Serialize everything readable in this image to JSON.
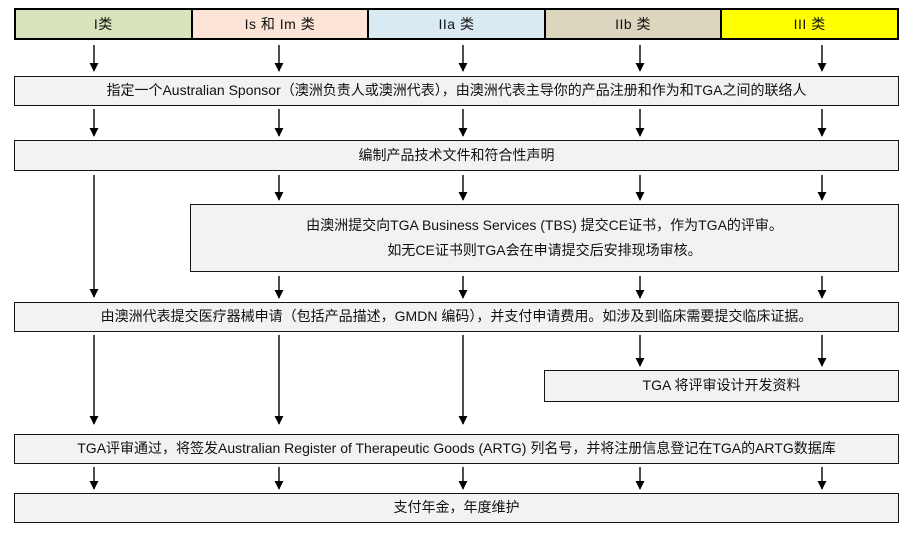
{
  "header": {
    "classes": [
      {
        "label": "I类",
        "color": "#D7E4BC"
      },
      {
        "label": "Is 和 Im 类",
        "color": "#FCE4D6"
      },
      {
        "label": "IIa 类",
        "color": "#DAEAF3"
      },
      {
        "label": "IIb 类",
        "color": "#DCD6BE"
      },
      {
        "label": "III 类",
        "color": "#FFFF00"
      }
    ]
  },
  "steps": {
    "sponsor": "指定一个Australian Sponsor（澳洲负责人或澳洲代表），由澳洲代表主导你的产品注册和作为和TGA之间的联络人",
    "tech_docs": "编制产品技术文件和符合性声明",
    "tbs_line1": "由澳洲提交向TGA Business Services (TBS) 提交CE证书，作为TGA的评审。",
    "tbs_line2": "如无CE证书则TGA会在申请提交后安排现场审核。",
    "application": "由澳洲代表提交医疗器械申请（包括产品描述，GMDN 编码），并支付申请费用。如涉及到临床需要提交临床证据。",
    "design_review": "TGA 将评审设计开发资料",
    "artg": "TGA评审通过，将签发Australian Register of Therapeutic Goods (ARTG) 列名号，并将注册信息登记在TGA的ARTG数据库",
    "annual_fee": "支付年金，年度维护"
  },
  "colors": {
    "box_fill": "#F2F2F2",
    "border": "#000000",
    "arrow": "#000000"
  }
}
